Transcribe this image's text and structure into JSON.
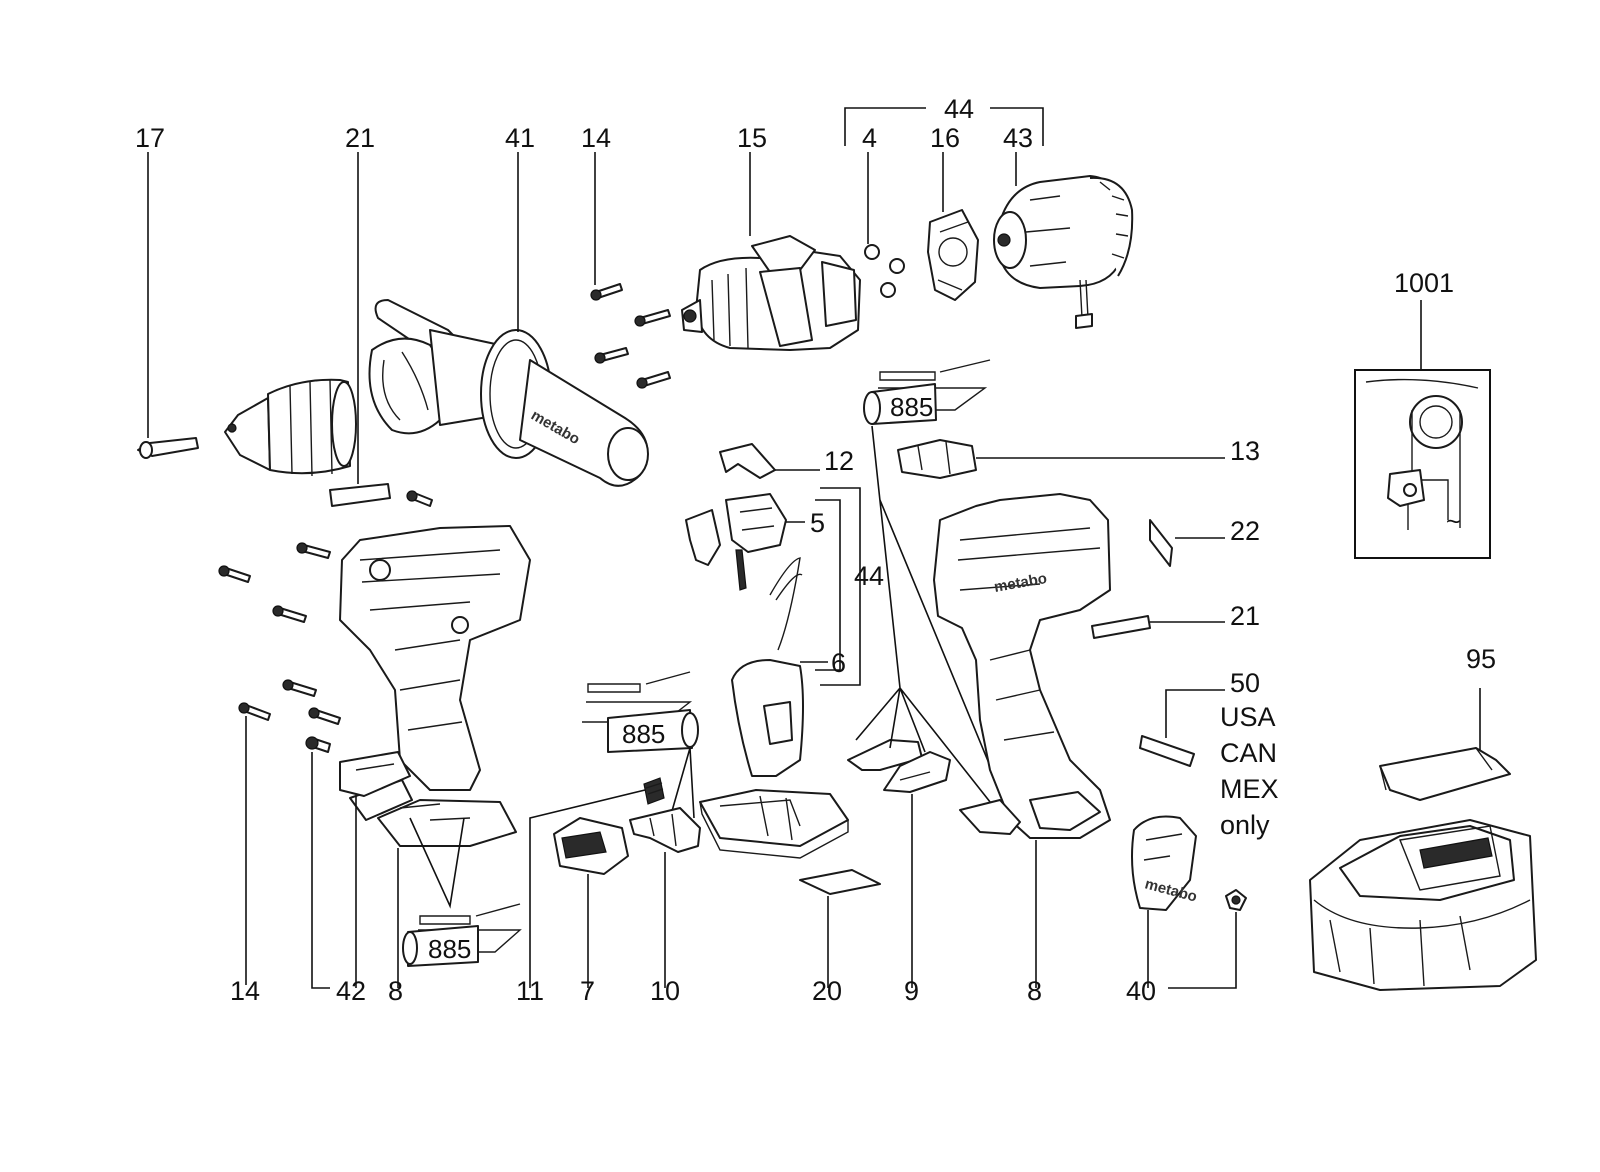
{
  "diagram": {
    "callouts": {
      "c17": "17",
      "c21a": "21",
      "c41": "41",
      "c14a": "14",
      "c15": "15",
      "c44a": "44",
      "c4": "4",
      "c16": "16",
      "c43": "43",
      "c1001": "1001",
      "c12": "12",
      "c13": "13",
      "c5": "5",
      "c44b": "44",
      "c6": "6",
      "c22": "22",
      "c21b": "21",
      "c50": "50",
      "c95": "95",
      "c14b": "14",
      "c42": "42",
      "c8a": "8",
      "c11": "11",
      "c7": "7",
      "c10": "10",
      "c20": "20",
      "c9": "9",
      "c8b": "8",
      "c40": "40"
    },
    "grease_label": "885",
    "brand_text": "metabo",
    "region_note": [
      "USA",
      "CAN",
      "MEX",
      "only"
    ],
    "ac_symbol": "~"
  }
}
